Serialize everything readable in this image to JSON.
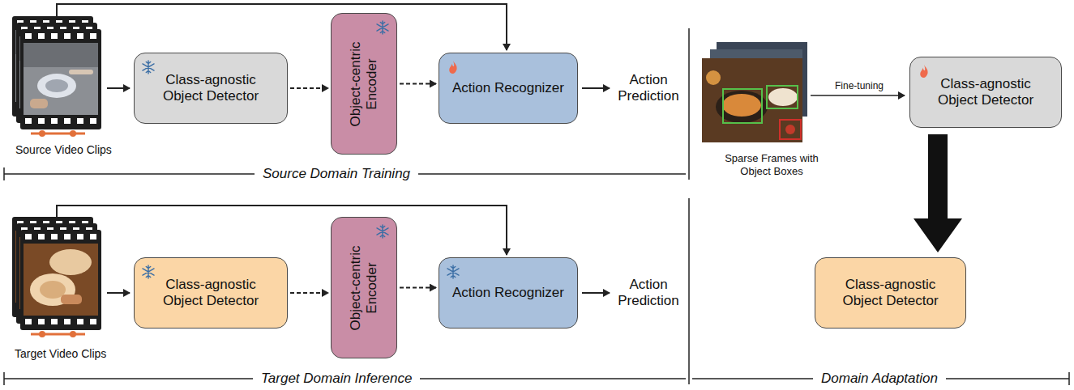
{
  "diagram": {
    "nodes": [
      {
        "text": [
          "Class-agnostic Object Detector"
        ]
      },
      {
        "text": [
          "Object-centric Encoder"
        ]
      },
      {
        "text": [
          "Action Recognizer"
        ]
      },
      {
        "text": [
          "Class-agnostic Object Detector"
        ]
      },
      {
        "text": [
          "Class-agnostic Object Detector"
        ]
      },
      {
        "text": [
          "Object-centric Encoder"
        ]
      },
      {
        "text": [
          "Action Recognizer"
        ]
      },
      {
        "text": [
          "Class-agnostic Object Detector"
        ]
      }
    ],
    "edges": [
      {
        "from": 0,
        "to": 1,
        "arrow": "to"
      },
      {
        "from": 1,
        "to": 2,
        "arrow": "to"
      },
      {
        "from": 3,
        "to": 7,
        "arrow": "to"
      },
      {
        "from": 4,
        "to": 5,
        "arrow": "to"
      },
      {
        "from": 5,
        "to": 6,
        "arrow": "to"
      }
    ],
    "labels": [
      "Source Video Clips",
      "Action Prediction",
      "Source Domain Training",
      "Sparse Frames with Object Boxes",
      "Fine-tuning",
      "Target Video Clips",
      "Action Prediction",
      "Target Domain Inference",
      "Domain Adaptation"
    ]
  }
}
